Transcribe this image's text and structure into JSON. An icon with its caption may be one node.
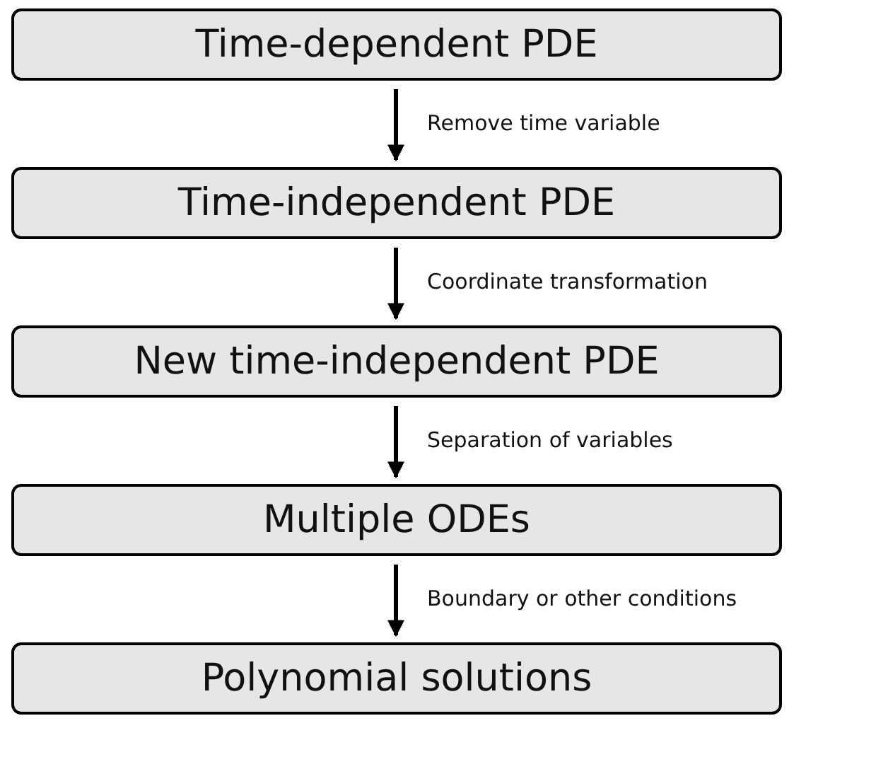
{
  "diagram": {
    "nodes": [
      {
        "text": [
          "Time-dependent PDE"
        ]
      },
      {
        "text": [
          "Time-independent PDE"
        ]
      },
      {
        "text": [
          "New time-independent PDE"
        ]
      },
      {
        "text": [
          "Multiple ODEs"
        ]
      },
      {
        "text": [
          "Polynomial solutions"
        ]
      }
    ],
    "edges": [
      {
        "from": 0,
        "to": 1,
        "arrow": "to",
        "label": "Remove time variable"
      },
      {
        "from": 1,
        "to": 2,
        "arrow": "to",
        "label": "Coordinate transformation"
      },
      {
        "from": 2,
        "to": 3,
        "arrow": "to",
        "label": "Separation of variables"
      },
      {
        "from": 3,
        "to": 4,
        "arrow": "to",
        "label": "Boundary or other conditions"
      }
    ]
  }
}
